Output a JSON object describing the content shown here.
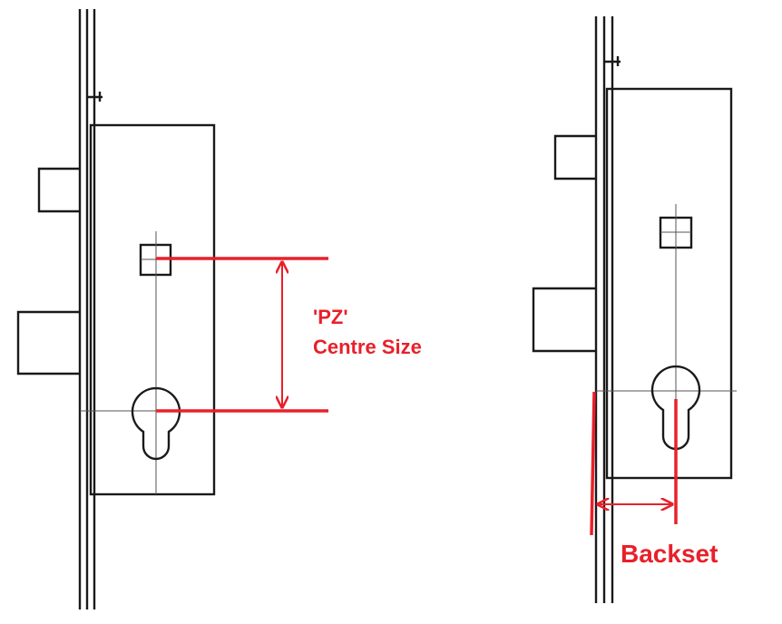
{
  "diagram": {
    "labels": {
      "pz_line1": "'PZ'",
      "pz_line2": "Centre Size",
      "backset": "Backset"
    },
    "colors": {
      "ink": "#1a1a1a",
      "annotation": "#e8202a"
    }
  }
}
